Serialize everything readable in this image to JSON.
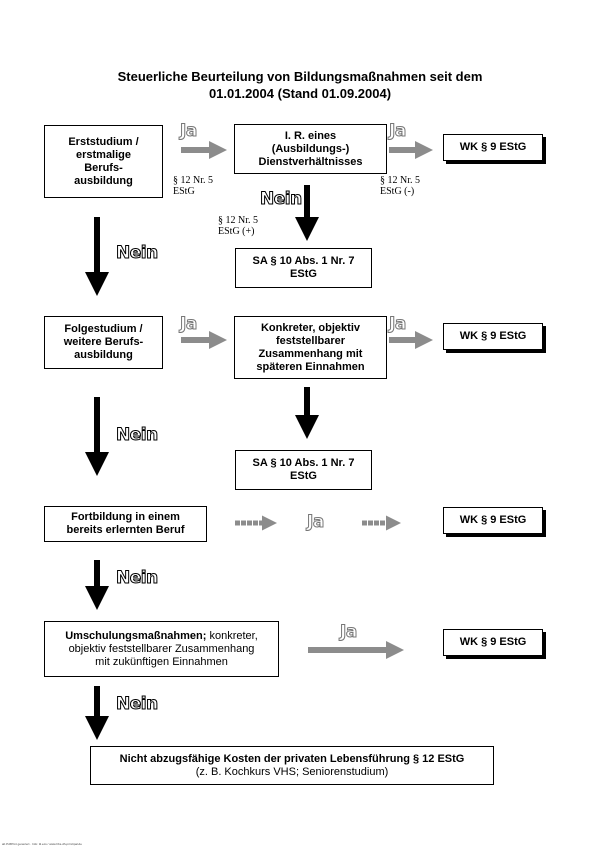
{
  "title": {
    "line1": "Steuerliche Beurteilung von Bildungsmaßnahmen seit dem",
    "line2": "01.01.2004 (Stand 01.09.2004)"
  },
  "boxes": {
    "erststudium": [
      "Erststudium /",
      "erstmalige",
      "Berufs-",
      "ausbildung"
    ],
    "dienstverhaeltnis": [
      "I. R. eines",
      "(Ausbildungs-)",
      "Dienstverhältnisses"
    ],
    "wk1": "WK § 9 EStG",
    "sa1": [
      "SA § 10 Abs. 1 Nr. 7",
      "EStG"
    ],
    "folgestudium": [
      "Folgestudium /",
      "weitere Berufs-",
      "ausbildung"
    ],
    "zusammenhang": [
      "Konkreter, objektiv",
      "feststellbarer",
      "Zusammenhang mit",
      "späteren Einnahmen"
    ],
    "wk2": "WK § 9 EStG",
    "sa2": [
      "SA § 10 Abs. 1 Nr. 7",
      "EStG"
    ],
    "fortbildung": [
      "Fortbildung in einem",
      "bereits erlernten Beruf"
    ],
    "wk3": "WK § 9 EStG",
    "umschulung": {
      "bold": "Umschulungsmaßnahmen;",
      "rest1": " konkreter,",
      "line2": "objektiv feststellbarer Zusammenhang",
      "line3": "mit zukünftigen Einnahmen"
    },
    "wk4": "WK § 9 EStG",
    "privat": {
      "line1": "Nicht abzugsfähige Kosten der privaten Lebensführung § 12 EStG",
      "line2": "(z. B. Kochkurs VHS; Seniorenstudium)"
    }
  },
  "refs": {
    "r1": [
      "§ 12 Nr. 5",
      "EStG"
    ],
    "r2": [
      "§ 12 Nr. 5",
      "EStG (-)"
    ],
    "r3": [
      "§ 12 Nr. 5",
      "EStG (+)"
    ]
  },
  "labels": {
    "ja": "Ja",
    "nein": "Nein"
  },
  "footer": "ab PdfPrint generiert · Info: ttl.ecs / www.hbs-dh-prinzipal.de"
}
